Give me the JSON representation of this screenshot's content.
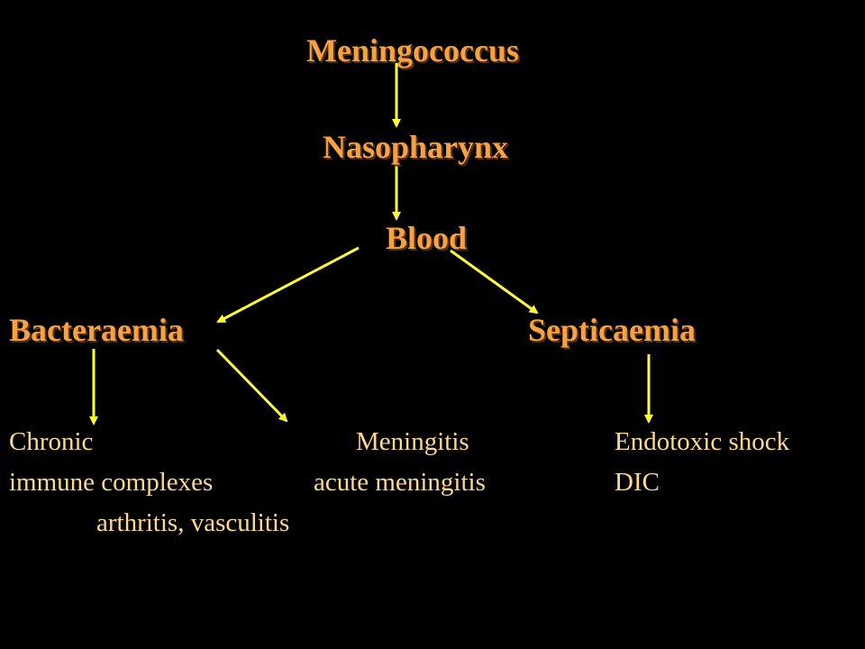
{
  "colors": {
    "background": "#000000",
    "heading": "#F7A145",
    "body_text": "#FFD98C",
    "arrow": "#FFFF33"
  },
  "nodes": {
    "meningococcus": "Meningococcus",
    "nasopharynx": "Nasopharynx",
    "blood": "Blood",
    "bacteraemia": "Bacteraemia",
    "septicaemia": "Septicaemia"
  },
  "notes": {
    "chronic": {
      "line1": "Chronic",
      "line2": "immune complexes",
      "line3": "arthritis,  vasculitis"
    },
    "meningitis": {
      "line1": "Meningitis",
      "line2": "acute meningitis"
    },
    "septic": {
      "line1": "Endotoxic  shock",
      "line2": "DIC"
    }
  }
}
